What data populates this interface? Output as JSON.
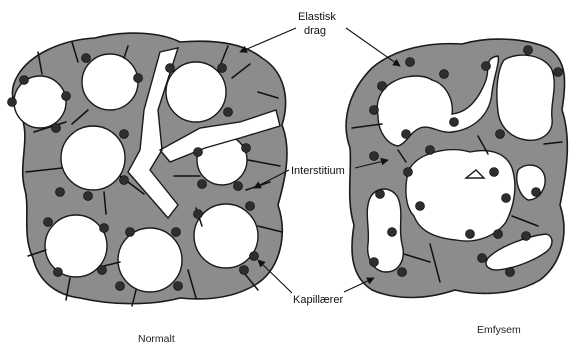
{
  "labels": {
    "elastic_traction": [
      "Elastisk",
      "drag"
    ],
    "interstitium": "Interstitium",
    "capillaries": "Kapillærer"
  },
  "captions": {
    "normal": "Normalt",
    "emphysema": "Emfysem"
  },
  "colors": {
    "tissue": "#8c8c8c",
    "alveolus": "#ffffff",
    "capillary": "#2e2e2e",
    "outline": "#1a1a1a"
  }
}
